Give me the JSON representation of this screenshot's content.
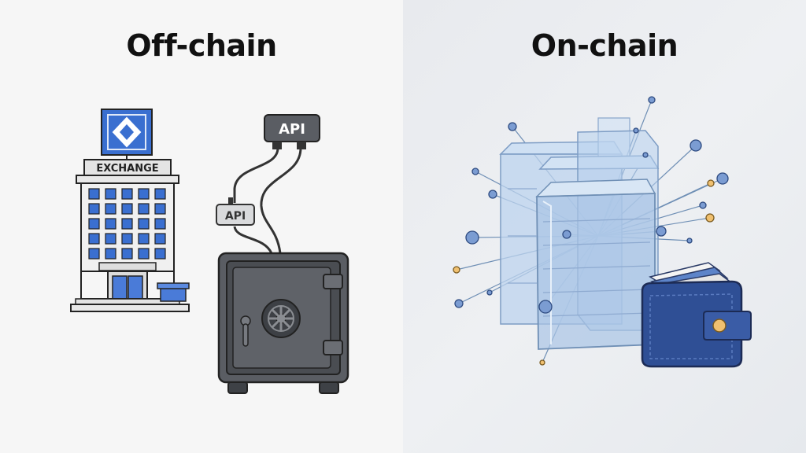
{
  "left_panel": {
    "title": "Off-chain",
    "exchange_sign": "EXCHANGE",
    "api_label_large": "API",
    "api_label_small": "API"
  },
  "right_panel": {
    "title": "On-chain"
  },
  "colors": {
    "left_background": "#f6f6f6",
    "right_background": "#eceef1",
    "exchange_blue": "#3a6fd0",
    "safe_gray": "#55585e",
    "wallet_blue": "#2f4f95",
    "crystal_blue": "#a8c6e8",
    "node_gold": "#f0c070"
  },
  "icons": [
    "exchange-building-icon",
    "vault-safe-icon",
    "api-connector-icon",
    "blockchain-crystal-icon",
    "wallet-icon",
    "network-node-icon"
  ]
}
